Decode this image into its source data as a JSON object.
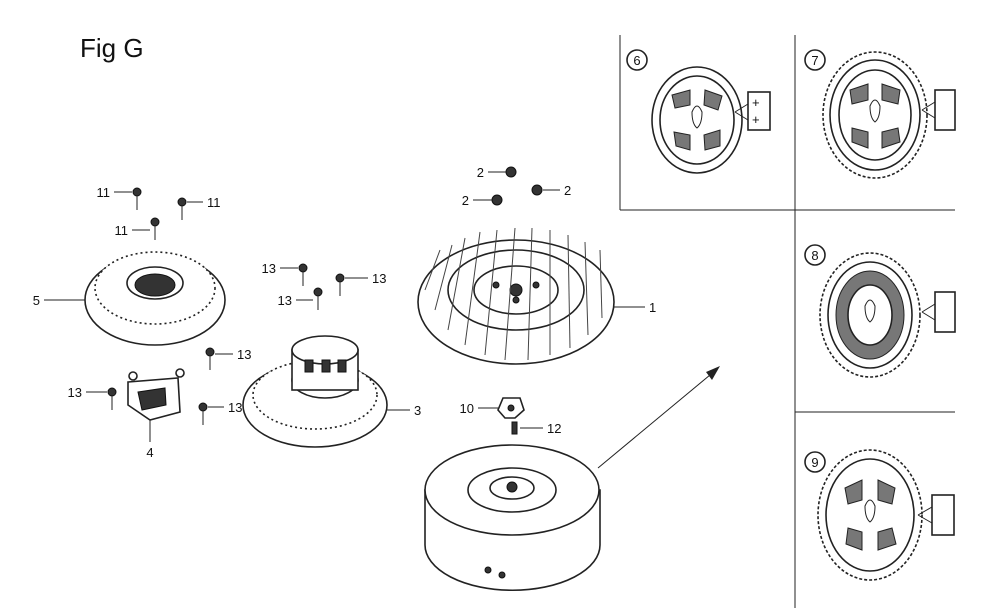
{
  "figure": {
    "title": "Fig G"
  },
  "callouts": [
    {
      "id": "c2a",
      "text": "2"
    },
    {
      "id": "c2b",
      "text": "2"
    },
    {
      "id": "c2c",
      "text": "2"
    },
    {
      "id": "c11a",
      "text": "11"
    },
    {
      "id": "c11b",
      "text": "11"
    },
    {
      "id": "c11c",
      "text": "11"
    },
    {
      "id": "c13a",
      "text": "13"
    },
    {
      "id": "c13b",
      "text": "13"
    },
    {
      "id": "c13c",
      "text": "13"
    },
    {
      "id": "c13d",
      "text": "13"
    },
    {
      "id": "c13e",
      "text": "13"
    },
    {
      "id": "c13f",
      "text": "13"
    },
    {
      "id": "c1",
      "text": "1"
    },
    {
      "id": "c3",
      "text": "3"
    },
    {
      "id": "c4",
      "text": "4"
    },
    {
      "id": "c5",
      "text": "5"
    },
    {
      "id": "c10",
      "text": "10"
    },
    {
      "id": "c12",
      "text": "12"
    }
  ],
  "variants": [
    {
      "id": "v6",
      "text": "6"
    },
    {
      "id": "v7",
      "text": "7"
    },
    {
      "id": "v8",
      "text": "8"
    },
    {
      "id": "v9",
      "text": "9"
    }
  ]
}
